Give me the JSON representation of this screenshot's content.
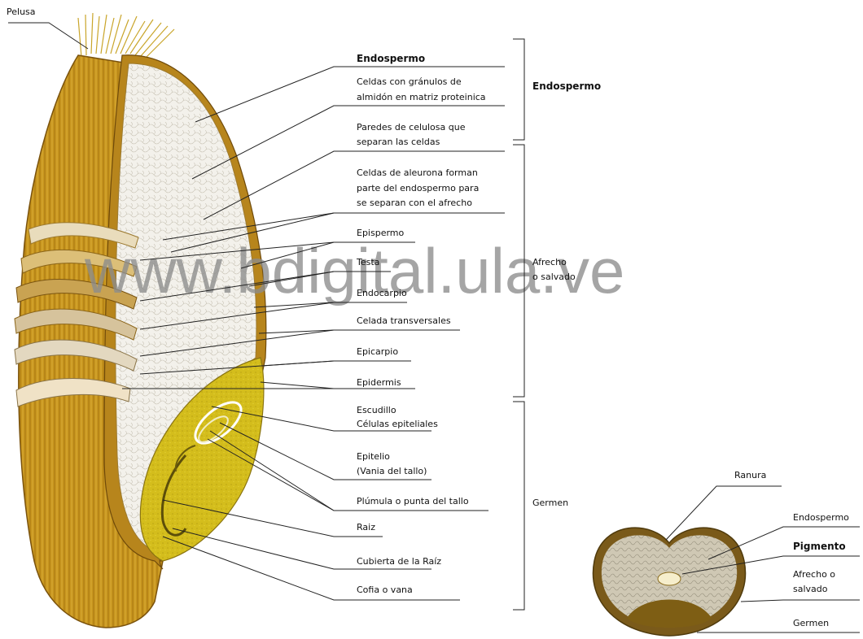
{
  "watermark": "www.bdigital.ula.ve",
  "labels": {
    "pelusa": "Pelusa",
    "endospermo_title": "Endospermo",
    "celdas_1": "Celdas con gránulos de",
    "celdas_2": "almidón en matriz proteinica",
    "paredes_1": "Paredes de celulosa que",
    "paredes_2": "separan las celdas",
    "aleurona_1": "Celdas de aleurona forman",
    "aleurona_2": "parte del endospermo para",
    "aleurona_3": "se separan con el afrecho",
    "epispermo": "Epispermo",
    "testa": "Testa",
    "endocarpio": "Endocarpio",
    "celada": "Celada transversales",
    "epicarpio": "Epicarpio",
    "epidermis": "Epidermis",
    "escudillo": "Escudillo",
    "celulas_epiteliales": "Células epiteliales",
    "epitelio": "Epitelio",
    "vania": "(Vania del tallo)",
    "plumula": "Plúmula o punta del tallo",
    "raiz": "Raiz",
    "cubierta": "Cubierta de la Raíz",
    "cofia": "Cofia o vana"
  },
  "groups": {
    "endospermo": "Endospermo",
    "afrecho_1": "Afrecho",
    "afrecho_2": "o salvado",
    "germen": "Germen"
  },
  "cross_section": {
    "ranura": "Ranura",
    "endospermo": "Endospermo",
    "pigmento": "Pigmento",
    "afrecho_1": "Afrecho o",
    "afrecho_2": "salvado",
    "germen": "Germen"
  },
  "colors": {
    "bran_gold": "#c8961e",
    "bran_dark": "#8a5e10",
    "endosperm": "#f4f1ea",
    "germ_yellow": "#d8c21e",
    "layer_cream": "#e8d6ae"
  }
}
